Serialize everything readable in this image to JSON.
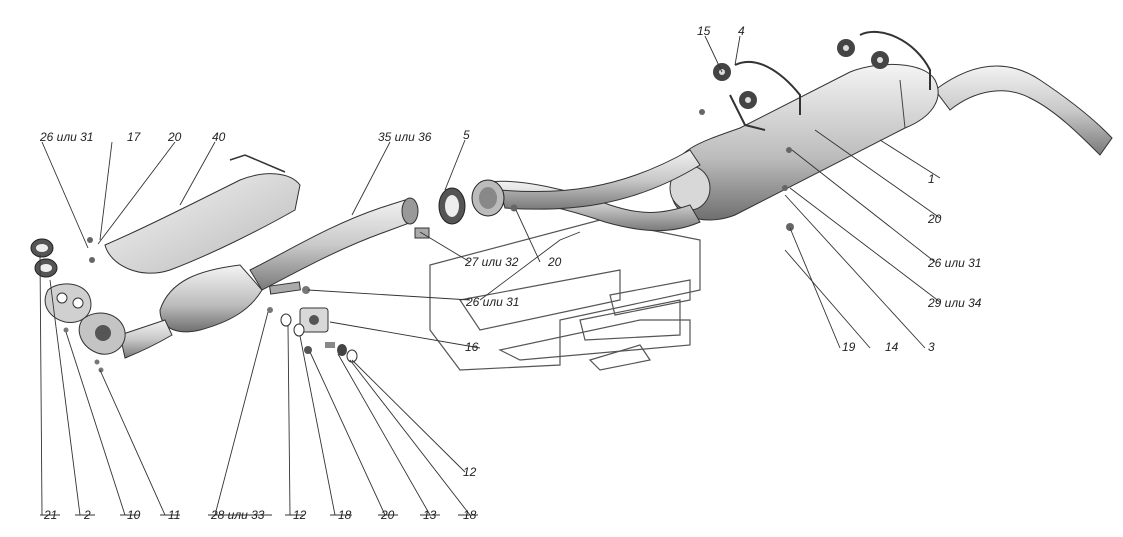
{
  "labels": {
    "l_26or31_top": "26 или 31",
    "l_17": "17",
    "l_20_top": "20",
    "l_40": "40",
    "l_35or36": "35 или 36",
    "l_5": "5",
    "l_15": "15",
    "l_4": "4",
    "l_1": "1",
    "l_20_right": "20",
    "l_26or31_right": "26 или 31",
    "l_29or34": "29 или 34",
    "l_27or32": "27 или 32",
    "l_20_mid": "20",
    "l_26or31_mid": "26 или 31",
    "l_16": "16",
    "l_19": "19",
    "l_14": "14",
    "l_3": "3",
    "l_12_mid": "12",
    "b_21": "21",
    "b_2": "2",
    "b_10": "10",
    "b_11": "11",
    "b_28or33": "28 или 33",
    "b_12": "12",
    "b_18a": "18",
    "b_20": "20",
    "b_13": "13",
    "b_18b": "18"
  },
  "colors": {
    "line": "#333333",
    "metal_light": "#e6e6e6",
    "metal_mid": "#bdbdbd",
    "metal_dark": "#6e6e6e"
  }
}
